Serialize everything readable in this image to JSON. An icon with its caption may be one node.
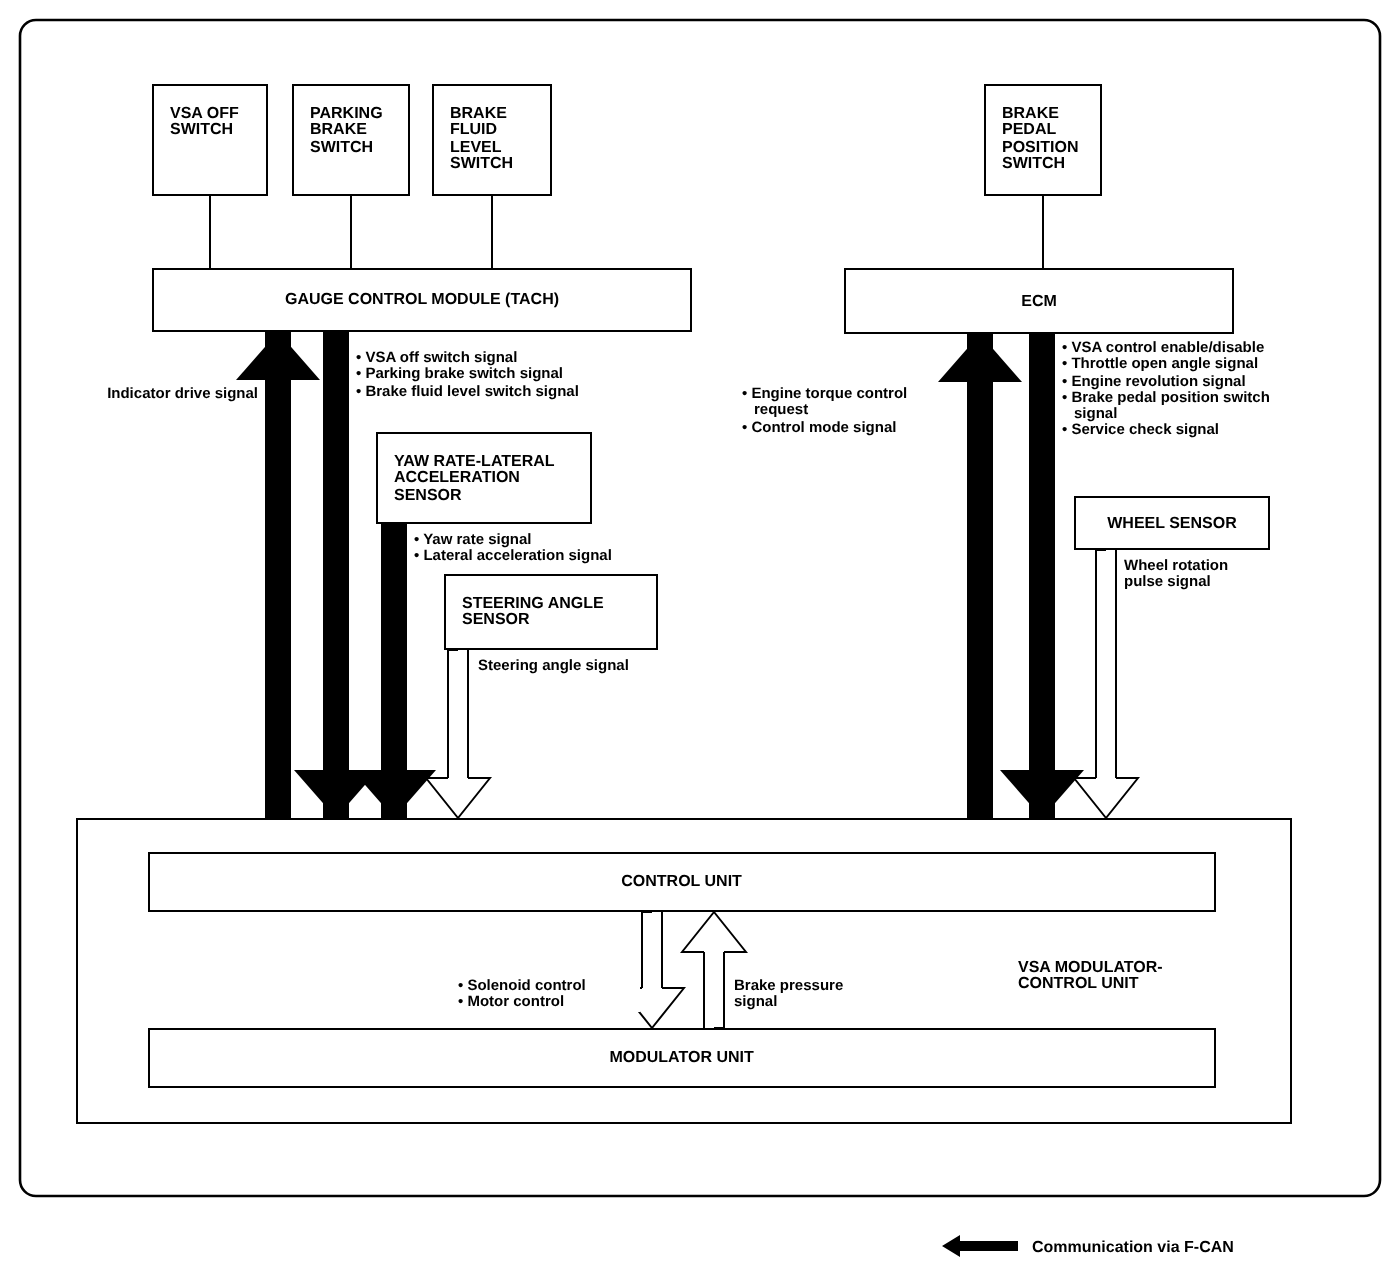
{
  "diagram": {
    "nodes": [
      {
        "text": [
          "VSA OFF SWITCH"
        ]
      },
      {
        "text": [
          "PARKING BRAKE SWITCH"
        ]
      },
      {
        "text": [
          "BRAKE FLUID LEVEL SWITCH"
        ]
      },
      {
        "text": [
          "GAUGE CONTROL MODULE (TACH)"
        ]
      },
      {
        "text": [
          "BRAKE PEDAL POSITION SWITCH"
        ]
      },
      {
        "text": [
          "ECM"
        ]
      },
      {
        "text": [
          "YAW RATE-LATERAL ACCELERATION SENSOR"
        ]
      },
      {
        "text": [
          "STEERING ANGLE SENSOR"
        ]
      },
      {
        "text": [
          "WHEEL SENSOR"
        ]
      },
      {
        "text": [
          "VSA MODULATOR-CONTROL UNIT"
        ]
      },
      {
        "text": [
          "CONTROL UNIT"
        ],
        "in": 9
      },
      {
        "text": [
          "MODULATOR UNIT"
        ],
        "in": 9
      }
    ],
    "edges": [
      {
        "from": 0,
        "to": 3,
        "arrow": "none"
      },
      {
        "from": 1,
        "to": 3,
        "arrow": "none"
      },
      {
        "from": 2,
        "to": 3,
        "arrow": "none"
      },
      {
        "from": 4,
        "to": 5,
        "arrow": "none"
      },
      {
        "from": 9,
        "to": 3,
        "arrow": "to",
        "style": "thick",
        "label": "Indicator drive signal"
      },
      {
        "from": 3,
        "to": 9,
        "arrow": "to",
        "style": "thick",
        "label": "• VSA off switch signal • Parking brake switch signal • Brake fluid level switch signal"
      },
      {
        "from": 6,
        "to": 9,
        "arrow": "to",
        "style": "thick",
        "label": "• Yaw rate signal • Lateral acceleration signal"
      },
      {
        "from": 7,
        "to": 9,
        "arrow": "to",
        "label": "Steering angle signal"
      },
      {
        "from": 9,
        "to": 5,
        "arrow": "to",
        "style": "thick",
        "label": "• Engine torque control request • Control mode signal"
      },
      {
        "from": 5,
        "to": 9,
        "arrow": "to",
        "style": "thick",
        "label": "• VSA control enable/disable • Throttle open angle signal • Engine revolution signal • Brake pedal position switch signal • Service check signal"
      },
      {
        "from": 8,
        "to": 9,
        "arrow": "to",
        "label": "Wheel rotation pulse signal"
      },
      {
        "from": 10,
        "to": 11,
        "arrow": "to",
        "label": "• Solenoid control • Motor control"
      },
      {
        "from": 11,
        "to": 10,
        "arrow": "to",
        "label": "Brake pressure signal"
      }
    ],
    "legend": [
      {
        "text": "Communication via F-CAN"
      }
    ]
  }
}
